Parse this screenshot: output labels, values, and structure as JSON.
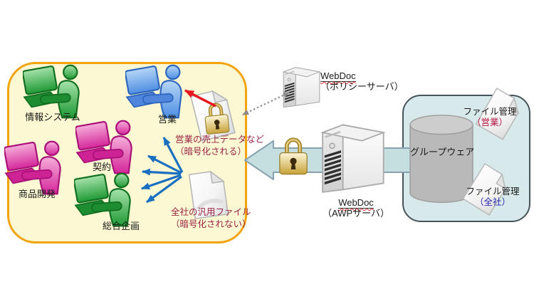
{
  "diagram": {
    "kind": "file-encryption-flow-diagram",
    "language": "ja"
  },
  "colors": {
    "department_zone_fill": "#FBF8D3",
    "department_zone_border": "#F2A30E",
    "groupware_zone_fill": "#D8E9EB",
    "groupware_zone_border": "#46545A",
    "annotation_text": "#9B2242",
    "sales_scope_text": "#B0123C",
    "company_scope_text": "#2727AE",
    "fan_arrow_blue": "#1B6FC0",
    "alert_arrow_red": "#E8161E",
    "sync_arrow_gray": "#8A8A8A",
    "transfer_arrow_fill": "#C5DFE1",
    "transfer_arrow_border": "#86A2AE",
    "lock_gold": "#C9A53E",
    "person_green": "#1F9935",
    "person_blue": "#4F8FE2",
    "person_pink": "#D4279A"
  },
  "departments_zone": {
    "members": [
      {
        "label": "情報システム",
        "color": "green"
      },
      {
        "label": "営業",
        "color": "blue"
      },
      {
        "label": "契約",
        "color": "pink"
      },
      {
        "label": "商品開発",
        "color": "pink"
      },
      {
        "label": "総合企画",
        "color": "green"
      }
    ]
  },
  "documents": {
    "encrypted": {
      "caption_line1": "営業の売上データなど",
      "caption_line2": "（暗号化される）",
      "has_lock": true
    },
    "plain": {
      "caption_line1": "全社の汎用ファイル",
      "caption_line2": "（暗号化されない）",
      "has_lock": false
    }
  },
  "servers": {
    "policy": {
      "name": "WebDoc",
      "role": "（ポリシーサーバ）"
    },
    "awp": {
      "name": "WebDoc",
      "role": "（AWPサーバ）"
    }
  },
  "groupware_zone": {
    "database_label": "グループウェア",
    "files": [
      {
        "title": "ファイル管理",
        "scope": "（営業）"
      },
      {
        "title": "ファイル管理",
        "scope": "（全社）"
      }
    ]
  },
  "arrows": [
    {
      "name": "transfer-arrow",
      "from": "groupware",
      "to": "departments-zone",
      "style": "large-teal-block-arrow-with-lock"
    },
    {
      "name": "policy-sync-arrow",
      "from": "encrypted-document",
      "to": "policy-server",
      "style": "gray-dotted-double-headed"
    },
    {
      "name": "sales-delivery-arrow",
      "from": "encrypted-document",
      "to": "sales-user",
      "style": "red-solid"
    },
    {
      "name": "fan-arrows",
      "from": "plain-document",
      "to": "all-departments",
      "style": "blue-solid-x5"
    }
  ]
}
